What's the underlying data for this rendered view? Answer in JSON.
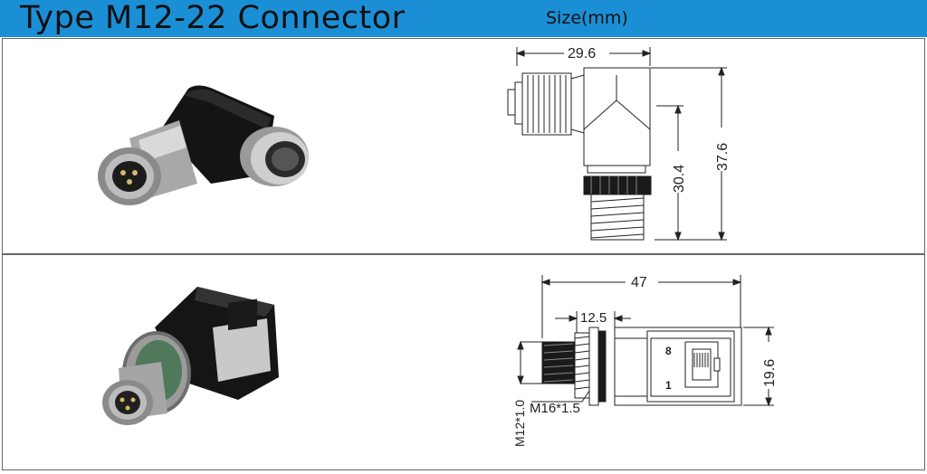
{
  "header": {
    "title": "Type M12-22 Connector",
    "size_label": "Size(mm)",
    "color": "#1b8fd6"
  },
  "connector1": {
    "dimensions": {
      "width": "29.6",
      "height_inner": "30.4",
      "height_total": "37.6"
    }
  },
  "connector2": {
    "dimensions": {
      "length": "47",
      "thread_len": "12.5",
      "height": "19.6",
      "thread_m12": "M12*1.0",
      "thread_m16": "M16*1.5",
      "pin_top": "8",
      "pin_bottom": "1"
    }
  }
}
